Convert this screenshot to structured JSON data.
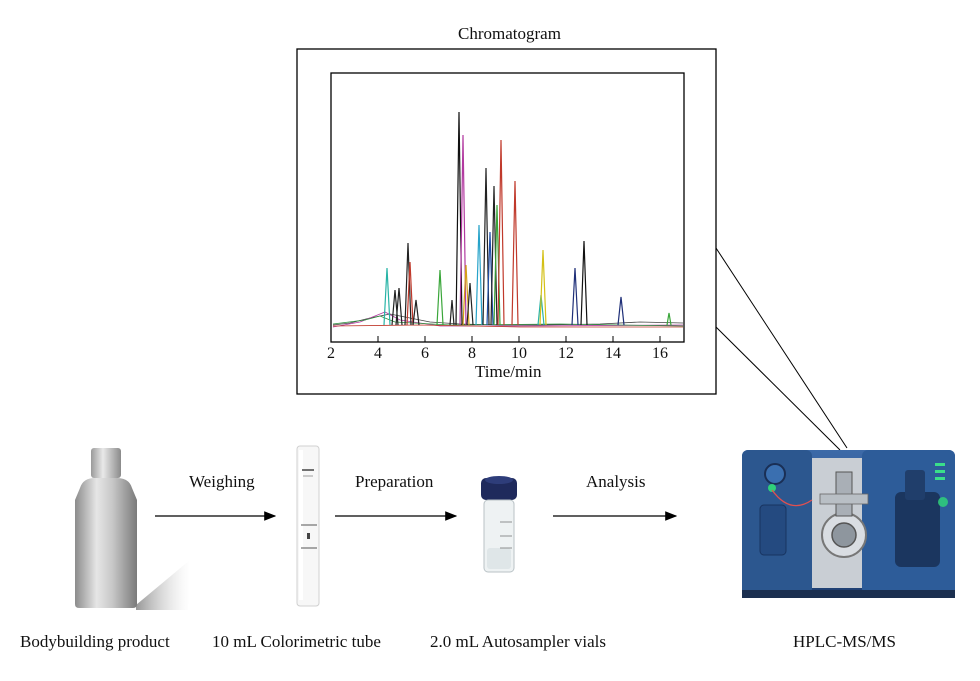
{
  "chromatogram": {
    "title": "Chromatogram",
    "xlabel": "Time/min",
    "xticks": [
      "2",
      "4",
      "6",
      "8",
      "10",
      "12",
      "14",
      "16"
    ]
  },
  "steps": [
    {
      "label": "Weighing"
    },
    {
      "label": "Preparation"
    },
    {
      "label": "Analysis"
    }
  ],
  "items": {
    "product": "Bodybuilding product",
    "tube": "10 mL Colorimetric tube",
    "vial": "2.0 mL Autosampler vials",
    "instrument": "HPLC-MS/MS"
  }
}
